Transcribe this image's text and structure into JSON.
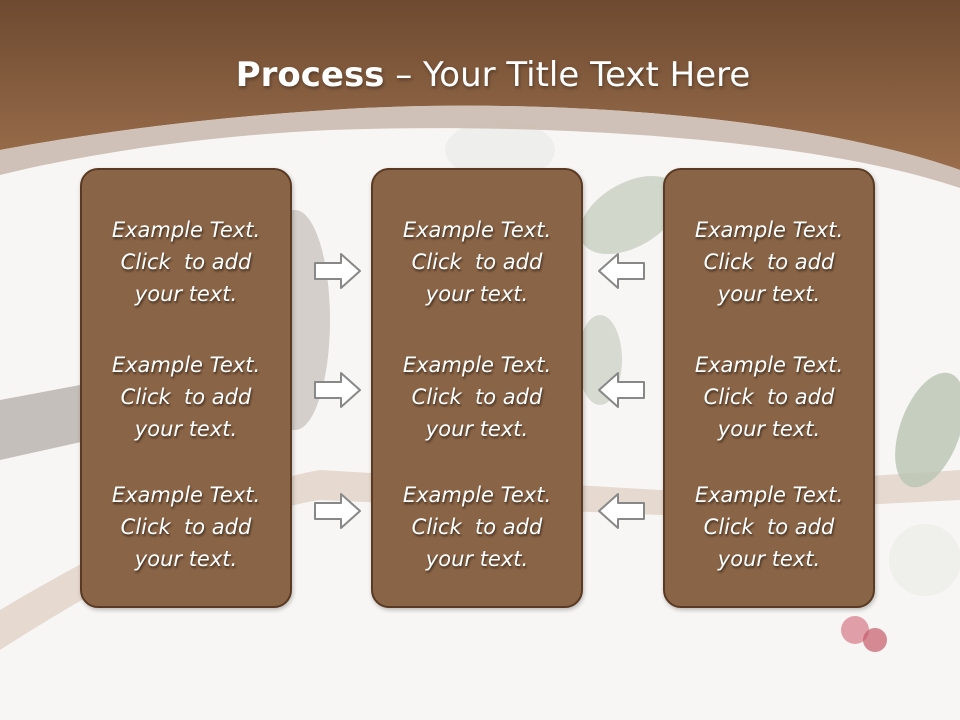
{
  "slide": {
    "title_bold": "Process",
    "title_rest": " – Your Title Text Here",
    "columns": [
      {
        "blocks": [
          {
            "line1": "Example Text.",
            "line2": "Click  to add",
            "line3": "your text."
          },
          {
            "line1": "Example Text.",
            "line2": "Click  to add",
            "line3": "your text."
          },
          {
            "line1": "Example Text.",
            "line2": "Click  to add",
            "line3": "your text."
          }
        ]
      },
      {
        "blocks": [
          {
            "line1": "Example Text.",
            "line2": "Click  to add",
            "line3": "your text."
          },
          {
            "line1": "Example Text.",
            "line2": "Click  to add",
            "line3": "your text."
          },
          {
            "line1": "Example Text.",
            "line2": "Click  to add",
            "line3": "your text."
          }
        ]
      },
      {
        "blocks": [
          {
            "line1": "Example Text.",
            "line2": "Click  to add",
            "line3": "your text."
          },
          {
            "line1": "Example Text.",
            "line2": "Click  to add",
            "line3": "your text."
          },
          {
            "line1": "Example Text.",
            "line2": "Click  to add",
            "line3": "your text."
          }
        ]
      }
    ],
    "icons": {
      "left_arrows": "arrow-right-icon",
      "right_arrows": "arrow-left-icon"
    },
    "colors": {
      "header_brown": "#8e6444",
      "box_fill": "#8a6446",
      "box_border": "#5a3a22",
      "background": "#f8f6f4",
      "arrow_fill": "#ffffff",
      "arrow_stroke": "#888888"
    }
  }
}
